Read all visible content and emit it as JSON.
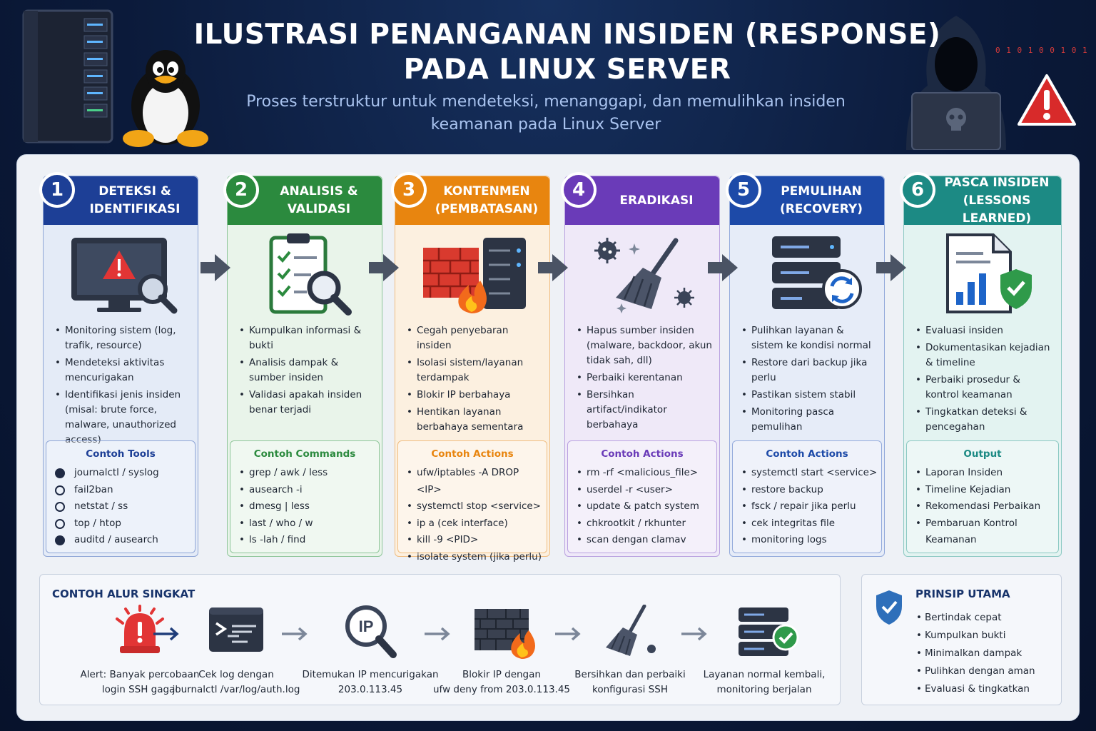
{
  "header": {
    "title_line1": "ILUSTRASI PENANGANAN INSIDEN (RESPONSE)",
    "title_line2": "PADA LINUX SERVER",
    "subtitle_line1": "Proses terstruktur untuk mendeteksi, menanggapi, dan memulihkan insiden",
    "subtitle_line2": "keamanan pada Linux Server",
    "hacker_code": "0 1 0 1 0 0 1 0 1"
  },
  "phases": [
    {
      "number": "1",
      "title_line1": "DETEKSI &",
      "title_line2": "IDENTIFIKASI",
      "color": "#1d3f96",
      "light": "#e4ebf7",
      "border": "#8fa6d6",
      "bullets": [
        "Monitoring sistem (log, trafik, resource)",
        "Mendeteksi aktivitas mencurigakan",
        "Identifikasi jenis insiden (misal: brute force, malware, unauthorized access)"
      ],
      "box_title": "Contoh Tools",
      "box_items": [
        "journalctl / syslog",
        "fail2ban",
        "netstat / ss",
        "top / htop",
        "auditd / ausearch"
      ]
    },
    {
      "number": "2",
      "title_line1": "ANALISIS &",
      "title_line2": "VALIDASI",
      "color": "#2b8a3e",
      "light": "#e9f4ea",
      "border": "#8fc69a",
      "bullets": [
        "Kumpulkan informasi & bukti",
        "Analisis dampak & sumber insiden",
        "Validasi apakah insiden benar terjadi"
      ],
      "box_title": "Contoh Commands",
      "box_items": [
        "grep / awk / less",
        "ausearch -i",
        "dmesg | less",
        "last / who / w",
        "ls -lah / find"
      ]
    },
    {
      "number": "3",
      "title_line1": "KONTENMEN",
      "title_line2": "(PEMBATASAN)",
      "color": "#e8850f",
      "light": "#fcf0e0",
      "border": "#f0bd80",
      "bullets": [
        "Cegah penyebaran insiden",
        "Isolasi sistem/layanan terdampak",
        "Blokir IP berbahaya",
        "Hentikan layanan berbahaya sementara"
      ],
      "box_title": "Contoh Actions",
      "box_items": [
        "ufw/iptables -A DROP <IP>",
        "systemctl stop <service>",
        "ip a (cek interface)",
        "kill -9 <PID>",
        "isolate system (jika perlu)"
      ]
    },
    {
      "number": "4",
      "title_line1": "ERADIKASI",
      "title_line2": "",
      "color": "#6a3bb8",
      "light": "#efe9f8",
      "border": "#b9a1e0",
      "bullets": [
        "Hapus sumber insiden (malware, backdoor, akun tidak sah, dll)",
        "Perbaiki kerentanan",
        "Bersihkan artifact/indikator berbahaya"
      ],
      "box_title": "Contoh Actions",
      "box_items": [
        "rm -rf <malicious_file>",
        "userdel -r <user>",
        "update & patch system",
        "chkrootkit / rkhunter",
        "scan dengan clamav"
      ]
    },
    {
      "number": "5",
      "title_line1": "PEMULIHAN",
      "title_line2": "(RECOVERY)",
      "color": "#1d4aa8",
      "light": "#e6ecf8",
      "border": "#93aadb",
      "bullets": [
        "Pulihkan layanan & sistem ke kondisi normal",
        "Restore dari backup jika perlu",
        "Pastikan sistem stabil",
        "Monitoring pasca pemulihan"
      ],
      "box_title": "Contoh Actions",
      "box_items": [
        "systemctl start <service>",
        "restore backup",
        "fsck / repair jika perlu",
        "cek integritas file",
        "monitoring logs"
      ]
    },
    {
      "number": "6",
      "title_line1": "PASCA INSIDEN",
      "title_line2": "(LESSONS LEARNED)",
      "color": "#1c8a84",
      "light": "#e3f3f1",
      "border": "#8cc9c3",
      "bullets": [
        "Evaluasi insiden",
        "Dokumentasikan kejadian & timeline",
        "Perbaiki prosedur & kontrol keamanan",
        "Tingkatkan deteksi & pencegahan"
      ],
      "box_title": "Output",
      "box_items": [
        "Laporan Insiden",
        "Timeline Kejadian",
        "Rekomendasi Perbaikan",
        "Pembaruan Kontrol Keamanan"
      ]
    }
  ],
  "flow": {
    "title": "CONTOH ALUR SINGKAT",
    "ip_label": "IP",
    "steps": [
      {
        "line1": "Alert: Banyak percobaan",
        "line2": "login SSH gagal",
        "icon": "alarm-icon"
      },
      {
        "line1": "Cek log dengan",
        "line2": "journalctl /var/log/auth.log",
        "icon": "terminal-icon"
      },
      {
        "line1": "Ditemukan IP mencurigakan",
        "line2": "203.0.113.45",
        "icon": "ip-search-icon"
      },
      {
        "line1": "Blokir IP dengan",
        "line2": "ufw deny from 203.0.113.45",
        "icon": "firewall-icon"
      },
      {
        "line1": "Bersihkan dan perbaiki",
        "line2": "konfigurasi SSH",
        "icon": "broom-icon"
      },
      {
        "line1": "Layanan normal kembali,",
        "line2": "monitoring berjalan",
        "icon": "server-check-icon"
      }
    ]
  },
  "principles": {
    "title": "PRINSIP UTAMA",
    "items": [
      "Bertindak cepat",
      "Kumpulkan bukti",
      "Minimalkan dampak",
      "Pulihkan dengan aman",
      "Evaluasi & tingkatkan"
    ]
  }
}
